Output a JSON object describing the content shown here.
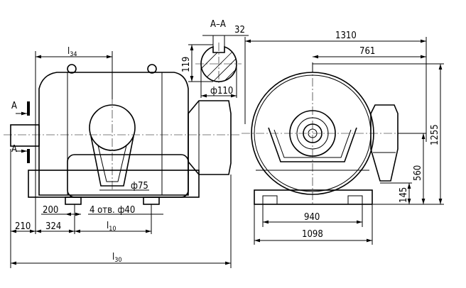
{
  "section": {
    "title": "A–A",
    "key_width": "32",
    "height": "119",
    "diameter": "ф110"
  },
  "side_view": {
    "section_mark_top": "A",
    "section_mark_bottom": "A",
    "dim_l34": "l",
    "dim_l34_sub": "34",
    "dim_bore": "ф75",
    "dim_200": "200",
    "dim_holes": "4 отв. ф40",
    "dim_210": "210",
    "dim_324": "324",
    "dim_l10": "l",
    "dim_l10_sub": "10",
    "dim_l30": "l",
    "dim_l30_sub": "30"
  },
  "end_view": {
    "dim_1310": "1310",
    "dim_761": "761",
    "dim_1255": "1255",
    "dim_560": "560",
    "dim_145": "145",
    "dim_940": "940",
    "dim_1098": "1098"
  }
}
